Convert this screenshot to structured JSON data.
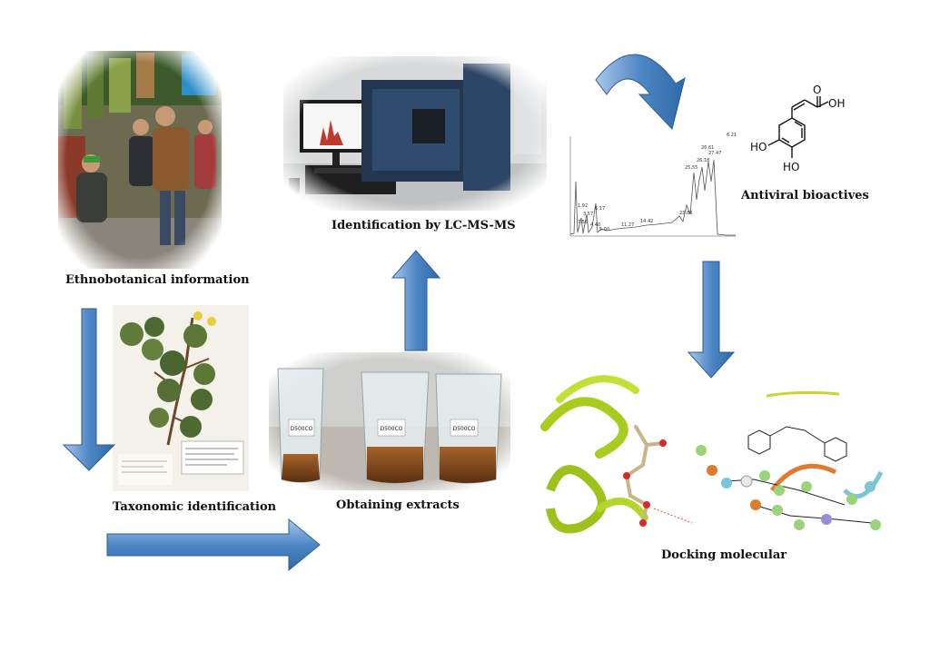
{
  "captions": {
    "ethnobotanical": "Ethnobotanical information",
    "taxonomic": "Taxonomic identification",
    "extracts": "Obtaining extracts",
    "lcms": "Identification by LC-MS-MS",
    "antiviral": "Antiviral bioactives",
    "docking": "Docking molecular"
  },
  "chromatogram": {
    "peak_labels": [
      "1.92",
      "3.57",
      "6.17",
      "7.55",
      "4.40",
      "5.00",
      "11.27",
      "14.42",
      "23.88",
      "25.55",
      "26.18",
      "26.61",
      "27.47",
      "6.21"
    ]
  },
  "molecule": {
    "oh_top": "OH",
    "o_label": "O",
    "ho_left": "HO",
    "oh_bottom": "HO"
  },
  "beakers": {
    "labels": [
      "D500CO",
      "D500CO",
      "D500CO"
    ]
  },
  "colors": {
    "arrow_fill": "#4f86c6",
    "arrow_light": "#a9c8ea",
    "arrow_stroke": "#2c5d93"
  }
}
